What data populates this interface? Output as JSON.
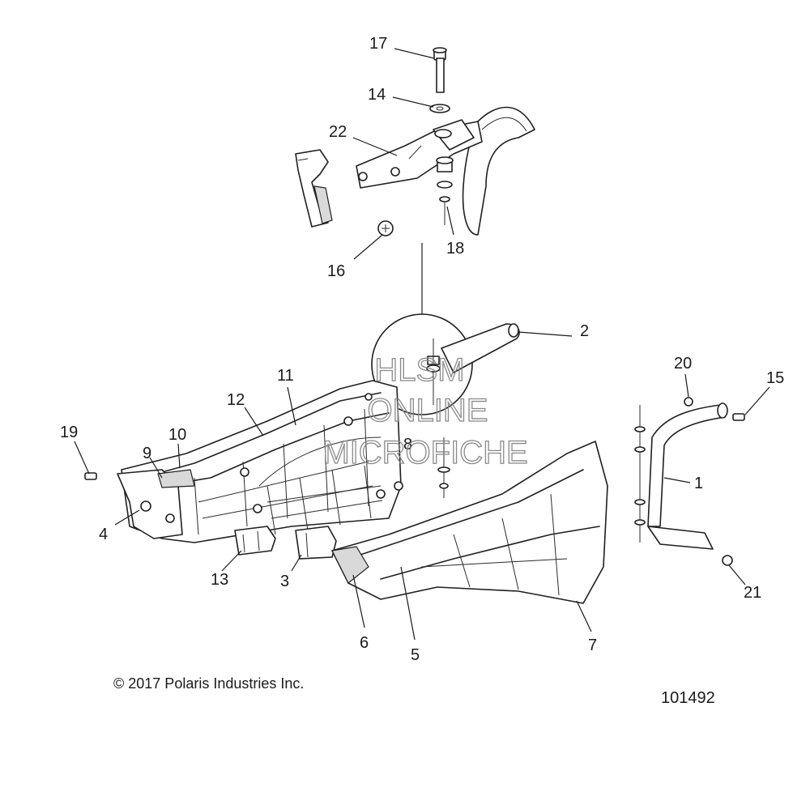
{
  "diagram": {
    "callouts": [
      {
        "id": "c1",
        "label": "1"
      },
      {
        "id": "c2",
        "label": "2"
      },
      {
        "id": "c3",
        "label": "3"
      },
      {
        "id": "c4",
        "label": "4"
      },
      {
        "id": "c5",
        "label": "5"
      },
      {
        "id": "c6",
        "label": "6"
      },
      {
        "id": "c7",
        "label": "7"
      },
      {
        "id": "c8",
        "label": "8"
      },
      {
        "id": "c9",
        "label": "9"
      },
      {
        "id": "c10",
        "label": "10"
      },
      {
        "id": "c11",
        "label": "11"
      },
      {
        "id": "c12",
        "label": "12"
      },
      {
        "id": "c13",
        "label": "13"
      },
      {
        "id": "c14",
        "label": "14"
      },
      {
        "id": "c15",
        "label": "15"
      },
      {
        "id": "c16",
        "label": "16"
      },
      {
        "id": "c17",
        "label": "17"
      },
      {
        "id": "c18",
        "label": "18"
      },
      {
        "id": "c19",
        "label": "19"
      },
      {
        "id": "c20",
        "label": "20"
      },
      {
        "id": "c21",
        "label": "21"
      },
      {
        "id": "c22",
        "label": "22"
      }
    ],
    "watermark": {
      "line1": "HLSM",
      "line2": "ONLINE",
      "line3": "MICROFICHE"
    },
    "copyright": "© 2017 Polaris Industries Inc.",
    "reference_number": "101492"
  }
}
